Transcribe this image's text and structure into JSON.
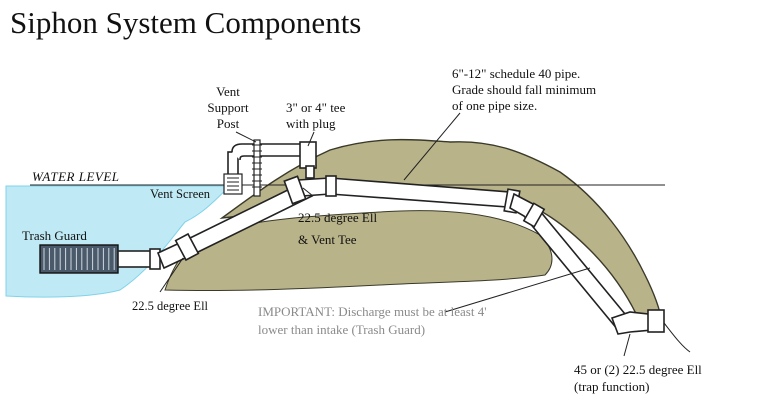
{
  "title": "Siphon System Components",
  "labels": {
    "water_level": "WATER LEVEL",
    "vent_support_post": [
      "Vent",
      "Support",
      "Post"
    ],
    "tee_with_plug": [
      "3\" or 4\" tee",
      "with plug"
    ],
    "pipe_spec": [
      "6\"-12\" schedule 40 pipe.",
      "Grade should fall minimum",
      "of one pipe size."
    ],
    "vent_screen": "Vent Screen",
    "vent_tee": [
      "22.5 degree Ell",
      "& Vent Tee"
    ],
    "trash_guard": "Trash Guard",
    "ell_bottom": "22.5 degree Ell",
    "important_prefix": "IMPORTANT:",
    "important_line1": " Discharge must be at least 4'",
    "important_line2": "lower than intake (Trash Guard)",
    "trap_ell": [
      "45 or (2) 22.5 degree Ell",
      "(trap function)"
    ]
  },
  "colors": {
    "water": "#bfeaf5",
    "water_edge": "#7fd3ea",
    "earth": "#b9b38a",
    "earth_edge": "#3a3a2a",
    "pipe_stroke": "#222222"
  }
}
